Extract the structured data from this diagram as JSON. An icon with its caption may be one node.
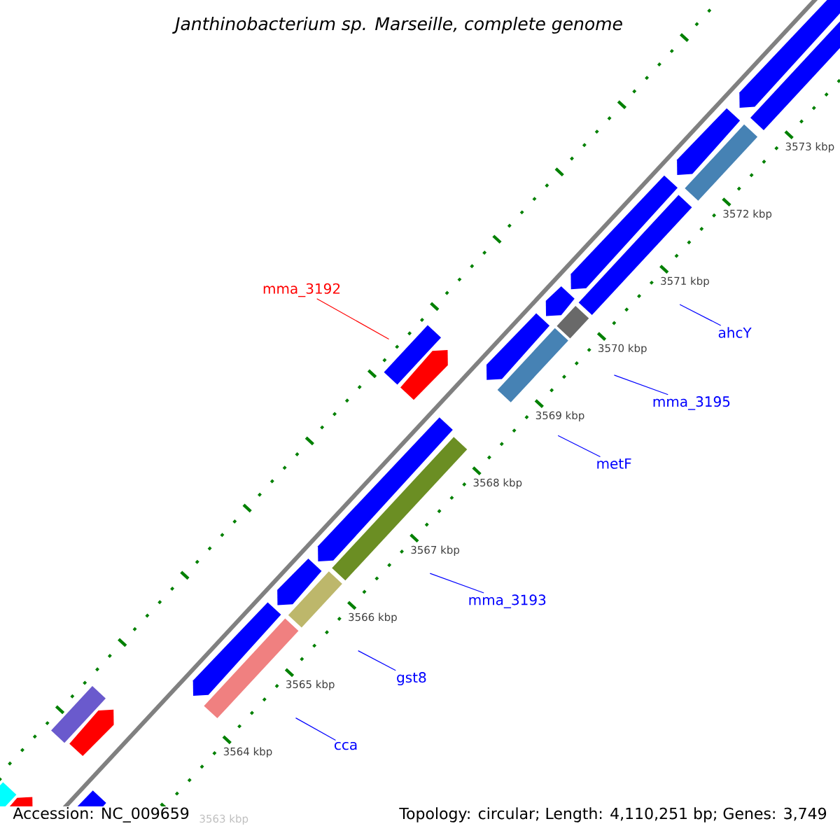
{
  "diagram": {
    "title": "Janthinobacterium sp. Marseille, complete genome",
    "nodes": [
      {
        "text": [
          "mma_3192"
        ]
      },
      {
        "text": [
          "ahcY"
        ]
      },
      {
        "text": [
          "mma_3195"
        ]
      },
      {
        "text": [
          "metF"
        ]
      },
      {
        "text": [
          "mma_3193"
        ]
      },
      {
        "text": [
          "gst8"
        ]
      },
      {
        "text": [
          "cca"
        ]
      }
    ],
    "edges": [
      {
        "from": 0,
        "to": null,
        "arrow": "none",
        "color": "#ff0000"
      },
      {
        "from": 1,
        "to": null,
        "arrow": "none"
      },
      {
        "from": 2,
        "to": null,
        "arrow": "none"
      },
      {
        "from": 3,
        "to": null,
        "arrow": "none"
      },
      {
        "from": 4,
        "to": null,
        "arrow": "none"
      },
      {
        "from": 5,
        "to": null,
        "arrow": "none"
      },
      {
        "from": 6,
        "to": null,
        "arrow": "none"
      }
    ],
    "labels": [
      "3573 kbp",
      "3572 kbp",
      "3571 kbp",
      "3570 kbp",
      "3569 kbp",
      "3568 kbp",
      "3567 kbp",
      "3566 kbp",
      "3565 kbp",
      "3564 kbp",
      "Accession: NC_009659",
      "3563 kbp",
      "Topology: circular; Length: 4,110,251 bp; Genes: 3,749"
    ]
  }
}
